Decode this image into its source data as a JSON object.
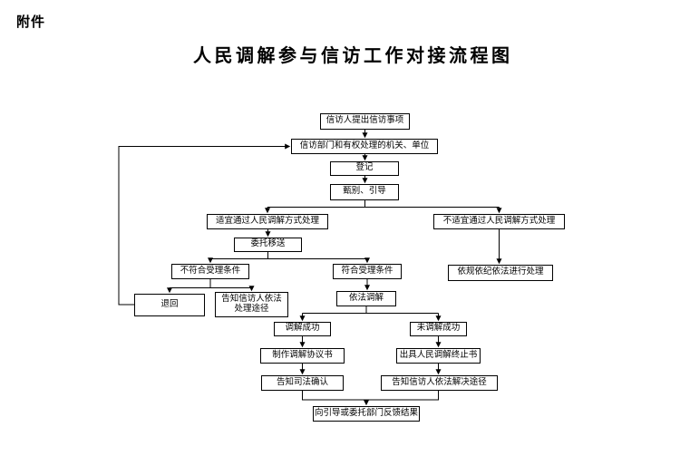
{
  "page": {
    "attachment_label": "附件",
    "title": "人民调解参与信访工作对接流程图"
  },
  "nodes": {
    "submit": {
      "label": "信访人提出信访事项"
    },
    "authority": {
      "label": "信访部门和有权处理的机关、单位"
    },
    "register": {
      "label": "登记"
    },
    "screen": {
      "label": "甄别、引导"
    },
    "suitable": {
      "label": "适宜通过人民调解方式处理"
    },
    "unsuitable": {
      "label": "不适宜通过人民调解方式处理"
    },
    "entrust": {
      "label": "委托移送"
    },
    "handle_by_rules": {
      "label": "依规依纪依法进行处理"
    },
    "not_meet": {
      "label": "不符合受理条件"
    },
    "meet": {
      "label": "符合受理条件"
    },
    "return": {
      "label": "退回"
    },
    "inform_channels": {
      "label": "告知信访人依法\n处理途径"
    },
    "mediate": {
      "label": "依法调解"
    },
    "success": {
      "label": "调解成功"
    },
    "fail": {
      "label": "未调解成功"
    },
    "agreement": {
      "label": "制作调解协议书"
    },
    "termination": {
      "label": "出具人民调解终止书"
    },
    "judicial": {
      "label": "告知司法确认"
    },
    "inform_resolution": {
      "label": "告知信访人依法解决途径"
    },
    "feedback": {
      "label": "向引导或委托部门反馈结果"
    }
  },
  "colors": {
    "ink": "#000000",
    "background": "#ffffff"
  }
}
